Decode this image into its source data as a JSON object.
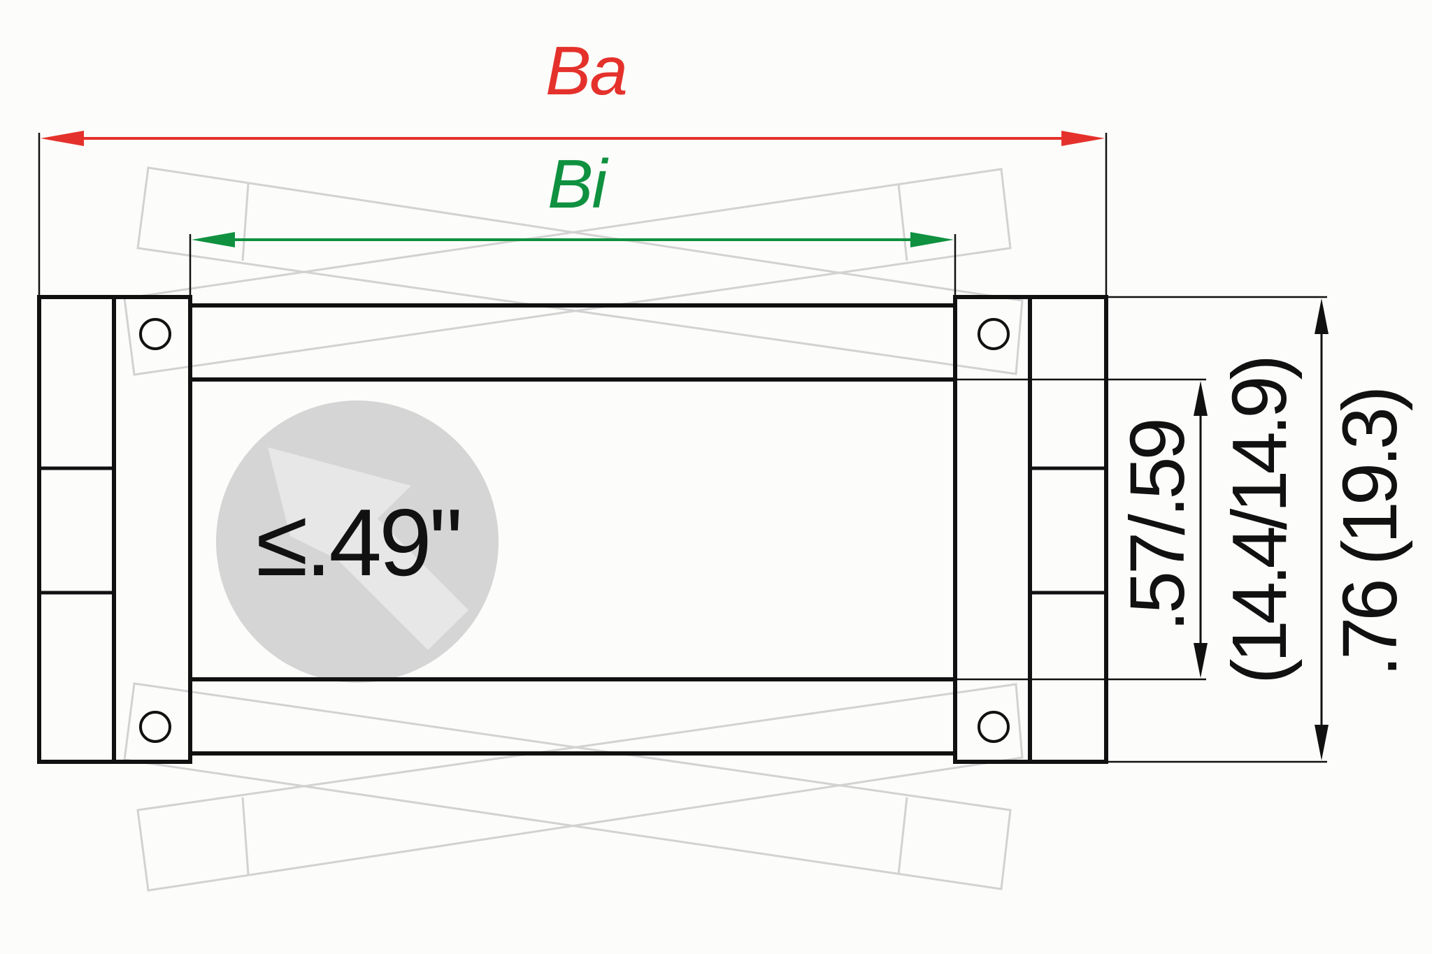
{
  "diagram": {
    "title": "Cable carrier cross-section dimensions",
    "colors": {
      "background": "#fcfcfa",
      "outer_width": "#e5312b",
      "inner_width": "#0f9140",
      "outline": "#111111",
      "ghost": "#d2d2d2",
      "badge_fill": "#d5d5d5",
      "badge_arrow": "#e7e7e7"
    },
    "labels": {
      "outer_width": "Ba",
      "inner_width": "Bi",
      "inner_height": ".57/.59",
      "inner_height_metric": "(14.4/14.9)",
      "outer_height": ".76 (19.3)",
      "max_cable_diameter": "≤.49\""
    }
  }
}
